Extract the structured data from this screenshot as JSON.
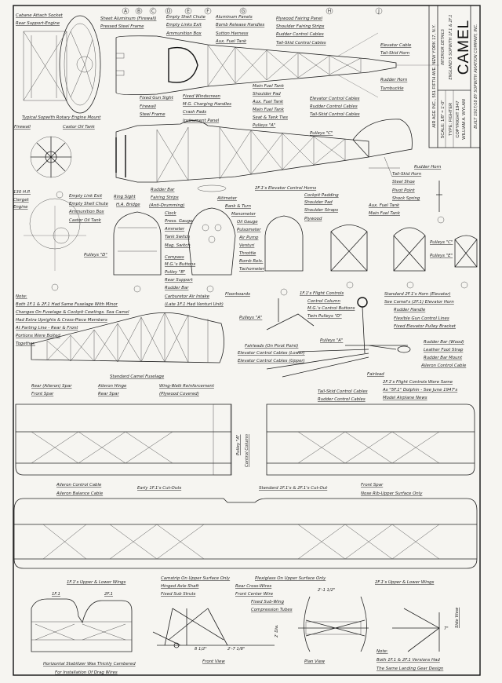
{
  "title_block": {
    "publisher": "AIR AGE INC., 551 FIFTH AVE. NEW YORK 17, N.Y.",
    "sheet": "INTERIOR DETAILS",
    "aircraft_full": "ENGLAND'S SOPWITH 1F.1 & 2F.1",
    "name": "CAMEL",
    "scale": "SCALE: 1/8\" = 1'-0\"",
    "type": "TYPE: FIGHTER",
    "copyright": "COPYRIGHT 1947",
    "author": "WILLIAM A. WYLAM",
    "builder": "BUILT 1917/18 BY SOPWITH AVIATION COMPANY, INC."
  },
  "section_letters": [
    "A",
    "B",
    "C",
    "D",
    "E",
    "F",
    "G",
    "H",
    "J"
  ],
  "engine_mount": {
    "title": "Typical Sopwith Rotary Engine Mount",
    "labels": [
      "Cabane Attach Socket",
      "Rear Support-Engine",
      "Sheet Aluminum (Firewall)",
      "Pressed Steel Frame"
    ]
  },
  "top_view": {
    "labels": [
      "Empty Shell Chute",
      "Empty Links Exit",
      "Ammunition Box",
      "Aluminum Panels",
      "Bomb Release Handles",
      "Sutton Harness",
      "Aux. Fuel Tank",
      "Plywood Fairing Panel",
      "Shoulder Fairing Strips",
      "Rudder Control Cables",
      "Tail-Skid Control Cables",
      "Elevator Cable",
      "Tail-Skid Horn",
      "Rudder Horn",
      "Turnbuckle"
    ]
  },
  "side_view": {
    "labels": [
      "Fixed Gun Sight",
      "Firewall",
      "Steel Frame",
      "Fixed Windscreen",
      "M.G. Charging Handles",
      "Crash Pads",
      "Instrument Panel",
      "Main Fuel Tank",
      "Shoulder Pad",
      "Aux. Fuel Tank",
      "Main Fuel Tank",
      "Seat & Tank Ties",
      "Pulleys \"A\"",
      "Elevator Control Cables",
      "Rudder Control Cables",
      "Tail-Skid Control Cables",
      "Pulleys \"C\"",
      "Firewall",
      "Castor Oil Tank",
      "Rudder Horn",
      "Tail-Skid Horn",
      "Steel Shoe",
      "Pivot Point",
      "Shock Spring",
      "2F.1's Elevator Control Horns",
      "Rudder Bar",
      "Fairing Strips",
      "(Anti-Drumming)"
    ]
  },
  "engine": {
    "labels": [
      "130 H.P.",
      "Clerget",
      "Engine"
    ]
  },
  "sections": {
    "labels": [
      "Empty Link Exit",
      "Empty Shell Chute",
      "Ammunition Box",
      "Castor Oil Tank",
      "Ring Sight",
      "H.A. Bridge",
      "Pulleys \"D\"",
      "Clock",
      "Press. Gauge",
      "Ammeter",
      "Tank Switch",
      "Mag. Switch",
      "Compass",
      "M.G.'s Buttons",
      "Pulley \"B\"",
      "Rear Support",
      "Rudder Bar",
      "Carburetor Air Intake",
      "(Late 1F.1 Had Venturi Unit)",
      "Altimeter",
      "Bank & Turn",
      "Manometer",
      "Oil Gauge",
      "Pulsometer",
      "Air Pump",
      "Venturi",
      "Throttle",
      "Bomb Rels.",
      "Tachometer",
      "Floorboards",
      "Cockpit Padding",
      "Shoulder Pad",
      "Shoulder Straps",
      "Plywood",
      "Aux. Fuel Tank",
      "Main Fuel Tank",
      "Pulleys \"C\"",
      "Pulleys \"E\"",
      "Standard 2F.1's Horn (Elevator)",
      "See Camel's (2F.1) Elevator Horn"
    ]
  },
  "note_fuselage": [
    "Note:",
    "Both 1F.1 & 2F.1 Had Same Fuselage With Minor",
    "Changes On Fuselage & Cockpit Cowlings. Sea Camel",
    "Had Extra Uprights & Cross-Piece Members",
    "At Parting Line - Rear & Front",
    "Portions Were Bolted",
    "Together."
  ],
  "fuselage_caption": "Standard Camel Fuselage",
  "controls": {
    "labels": [
      "1F.1's Flight Controls",
      "Control Column",
      "M.G.'s Control Buttons",
      "Twin Pulleys \"D\"",
      "Rudder Handle",
      "Flexible Gun Control Lines",
      "Fixed Elevator Pulley Bracket",
      "Rudder Bar (Wood)",
      "Leather Foot Strap",
      "Rudder Bar Mount",
      "Aileron Control Cable",
      "Fairlead",
      "2F.1's Flight Controls Were Same",
      "As \"5F.1\" Dolphin - See June 1947's",
      "Model Airplane News",
      "Pulleys \"A\"",
      "Pulleys \"A\"",
      "Fairleads (On Pivot Point)",
      "Elevator Control Cables (Lower)",
      "Elevator Control Cables (Upper)",
      "Tail-Skid Control Cables",
      "Rudder Control Cables"
    ]
  },
  "wings": {
    "labels": [
      "Rear (Aileron) Spar",
      "Front Spar",
      "Aileron Hinge",
      "Rear Spar",
      "Wing-Walk Reinforcement",
      "(Plywood Covered)",
      "Pulley \"A\"",
      "Control Column",
      "Aileron Control Cable",
      "Aileron Balance Cable",
      "Early 1F.1's Cut-Outs",
      "Standard 1F.1's & 2F.1's Cut-Out",
      "Front Spar",
      "Nose Rib-Upper Surface Only",
      "Camstrip On Upper Surface Only",
      "Plexiglass On Upper Surface Only",
      "1F.1's Upper & Lower Wings",
      "2F.1's Upper & Lower Wings"
    ]
  },
  "stabilizer": {
    "labels": [
      "1F.1",
      "2F.1",
      "Horizontal Stabilizer Was Thickly Cambered",
      "For Installation Of Drag Wires"
    ]
  },
  "landing_gear": {
    "labels": [
      "Hinged Axle Shaft",
      "Fixed Sub Struts",
      "Rear Cross-Wires",
      "Front Center Wire",
      "Fixed Sub-Wing",
      "Compression Tubes",
      "Front View",
      "Plan View",
      "Side View",
      "Note:",
      "Both 1F.1 & 2F.1 Versions Had",
      "The Same Landing Gear Design"
    ],
    "dimensions": [
      "2'-1 1/2\"",
      "8 1/2\"",
      "2'-7 1/8\"",
      "2' Dia.",
      "7\""
    ]
  }
}
